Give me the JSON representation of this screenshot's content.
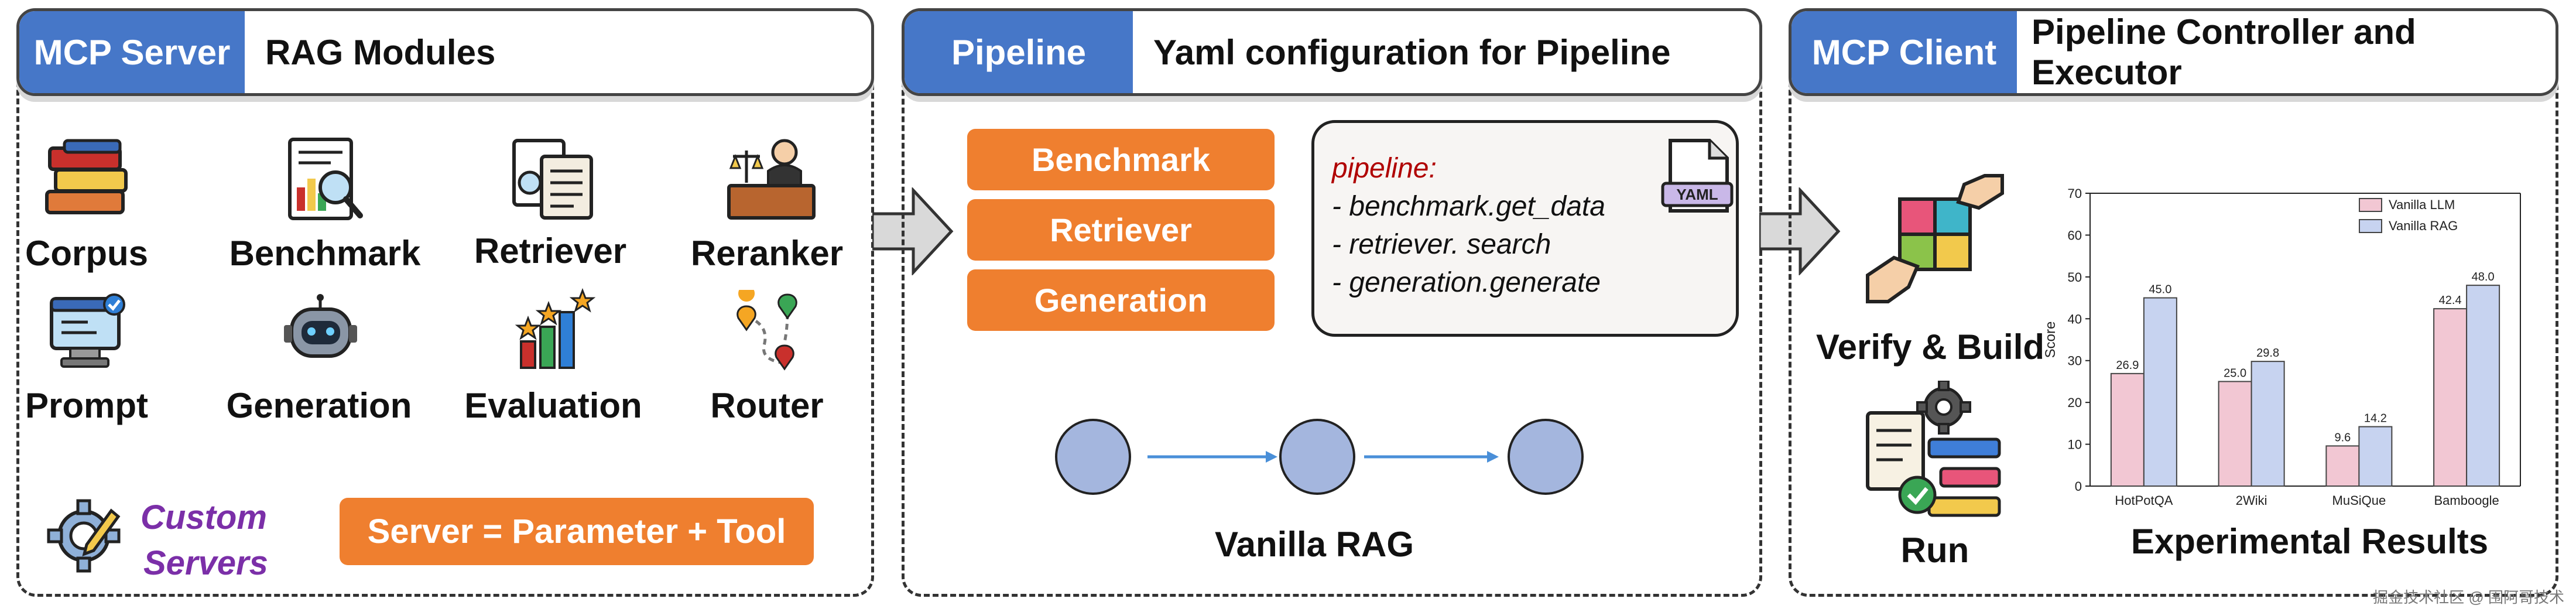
{
  "colors": {
    "header_blue": "#4677c8",
    "orange": "#ef7f2f",
    "node_blue": "#a4b6de",
    "llm_pink": "#f2c7d3",
    "rag_blue": "#c7d3f0",
    "custom_purple": "#7b2fa8",
    "pipeline_red": "#b00000"
  },
  "panel1": {
    "tag": "MCP Server",
    "title": "RAG Modules",
    "modules": [
      {
        "label": "Corpus",
        "icon": "books-icon"
      },
      {
        "label": "Benchmark",
        "icon": "chart-magnifier-icon"
      },
      {
        "label": "Retriever",
        "icon": "documents-icon"
      },
      {
        "label": "Reranker",
        "icon": "judge-icon"
      },
      {
        "label": "Prompt",
        "icon": "computer-check-icon"
      },
      {
        "label": "Generation",
        "icon": "robot-icon"
      },
      {
        "label": "Evaluation",
        "icon": "bar-stars-icon"
      },
      {
        "label": "Router",
        "icon": "route-pins-icon"
      }
    ],
    "custom_line1": "Custom",
    "custom_line2": "Servers",
    "formula": "Server = Parameter + Tool"
  },
  "panel2": {
    "tag": "Pipeline",
    "title": "Yaml configuration for Pipeline",
    "boxes": [
      "Benchmark",
      "Retriever",
      "Generation"
    ],
    "yaml_badge": "YAML",
    "yaml_lines": [
      "pipeline:",
      "- benchmark.get_data",
      "- retriever. search",
      "- generation.generate"
    ],
    "flow_label": "Vanilla RAG"
  },
  "panel3": {
    "tag": "MCP Client",
    "title": "Pipeline Controller and Executor",
    "verify_label": "Verify & Build",
    "run_label": "Run",
    "results_title": "Experimental Results"
  },
  "chart_data": {
    "type": "bar",
    "title": "",
    "xlabel": "",
    "ylabel": "Score",
    "ylim": [
      0,
      70
    ],
    "yticks": [
      0,
      10,
      20,
      30,
      40,
      50,
      60,
      70
    ],
    "grid": false,
    "legend_position": "top-right",
    "categories": [
      "HotPotQA",
      "2Wiki",
      "MuSiQue",
      "Bamboogle"
    ],
    "series": [
      {
        "name": "Vanilla LLM",
        "values": [
          26.9,
          25.0,
          9.6,
          42.4
        ],
        "color": "#f2c7d3"
      },
      {
        "name": "Vanilla RAG",
        "values": [
          45.0,
          29.8,
          14.2,
          48.0
        ],
        "color": "#c7d3f0"
      }
    ]
  },
  "watermark": "掘金技术社区 @ 围阿哥技术"
}
